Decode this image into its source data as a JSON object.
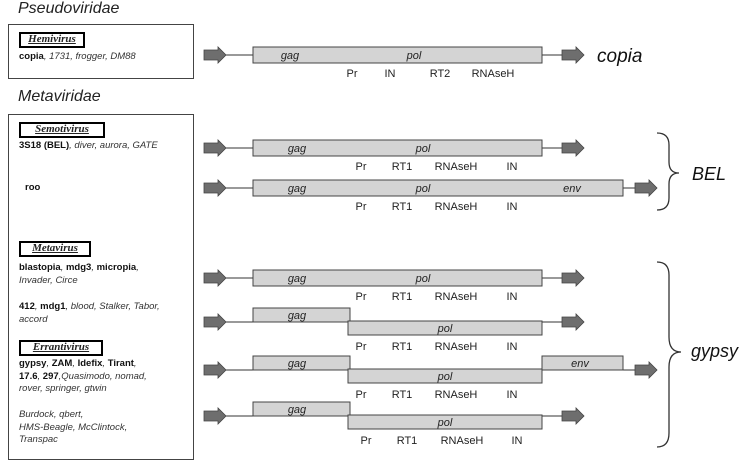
{
  "families": {
    "pseudoviridae": "Pseudoviridae",
    "metaviridae": "Metaviridae"
  },
  "genera": {
    "hemivirus": {
      "name": "Hemivirus",
      "members": [
        {
          "text": "copia",
          "bold": true
        },
        {
          "text": ", 1731,  frogger,  DM88",
          "bold": false
        }
      ]
    },
    "semotivirus": {
      "name": "Semotivirus",
      "members_a": [
        {
          "text": "3S18 (BEL)",
          "bold": true
        },
        {
          "text": ", diver,  aurora,  GATE",
          "bold": false
        }
      ],
      "members_b": [
        {
          "text": "roo",
          "bold": true
        }
      ]
    },
    "metavirus": {
      "name": "Metavirus",
      "members_a": [
        {
          "text": "blastopia",
          "bold": true
        },
        {
          "text": ", ",
          "bold": false
        },
        {
          "text": "mdg3",
          "bold": true
        },
        {
          "text": ", ",
          "bold": false
        },
        {
          "text": "micropia",
          "bold": true
        },
        {
          "text": ",",
          "bold": false
        },
        {
          "text": "\nInvader,  Circe",
          "bold": false
        }
      ],
      "members_b": [
        {
          "text": "412",
          "bold": true
        },
        {
          "text": ", ",
          "bold": false
        },
        {
          "text": "mdg1",
          "bold": true
        },
        {
          "text": ",  blood,  Stalker,  Tabor,\naccord",
          "bold": false
        }
      ]
    },
    "errantivirus": {
      "name": "Errantivirus",
      "members_a": [
        {
          "text": "gypsy",
          "bold": true
        },
        {
          "text": ", ",
          "bold": false
        },
        {
          "text": "ZAM",
          "bold": true
        },
        {
          "text": ", ",
          "bold": false
        },
        {
          "text": "Idefix",
          "bold": true
        },
        {
          "text": ", ",
          "bold": false
        },
        {
          "text": "Tirant",
          "bold": true
        },
        {
          "text": ",\n",
          "bold": false
        },
        {
          "text": "17.6",
          "bold": true
        },
        {
          "text": ", ",
          "bold": false
        },
        {
          "text": "297",
          "bold": true
        },
        {
          "text": ",Quasimodo,  nomad,\nrover,  springer,  gtwin",
          "bold": false
        }
      ],
      "members_b": [
        {
          "text": "Burdock,  qbert,\nHMS-Beagle,  McClintock,\nTranspac",
          "bold": false
        }
      ]
    }
  },
  "labels": {
    "gag": "gag",
    "pol": "pol",
    "env": "env",
    "pr": "Pr",
    "in": "IN",
    "rt1": "RT1",
    "rt2": "RT2",
    "rnaseh": "RNAseH"
  },
  "clades": {
    "copia": "copia",
    "bel": "BEL",
    "gypsy": "gypsy"
  },
  "colors": {
    "segment_fill": "#d4d4d4",
    "arrow_fill": "#6e6e6e",
    "line": "#333333"
  }
}
